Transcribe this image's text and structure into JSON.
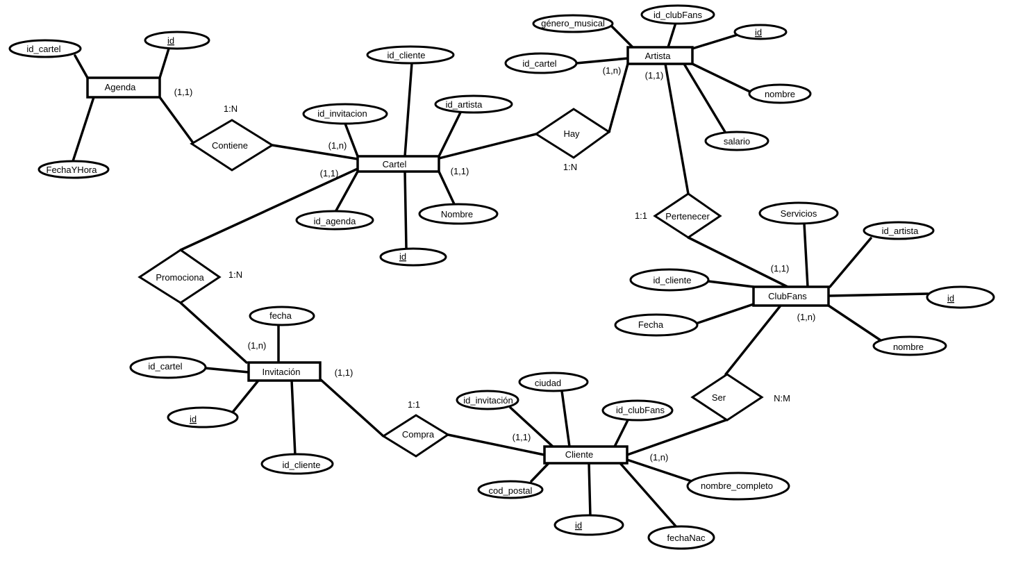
{
  "entities": {
    "agenda": "Agenda",
    "cartel": "Cartel",
    "artista": "Artista",
    "clubfans": "ClubFans",
    "invitacion": "Invitación",
    "cliente": "Cliente"
  },
  "relationships": {
    "contiene": "Contiene",
    "hay": "Hay",
    "pertenecer": "Pertenecer",
    "promociona": "Promociona",
    "compra": "Compra",
    "ser": "Ser"
  },
  "attributes": {
    "agenda_id_cartel": "id_cartel",
    "agenda_id": "id",
    "agenda_fechayhora": "FechaYHora",
    "cartel_id_cliente": "id_cliente",
    "cartel_id_invitacion": "id_invitacion",
    "cartel_id_artista": "id_artista",
    "cartel_id_agenda": "id_agenda",
    "cartel_nombre": "Nombre",
    "cartel_id": "id",
    "artista_genero": "género_musical",
    "artista_id_clubfans": "id_clubFans",
    "artista_id": "id",
    "artista_id_cartel": "id_cartel",
    "artista_nombre": "nombre",
    "artista_salario": "salario",
    "clubfans_servicios": "Servicios",
    "clubfans_id_artista": "id_artista",
    "clubfans_id_cliente": "id_cliente",
    "clubfans_id": "id",
    "clubfans_fecha": "Fecha",
    "clubfans_nombre": "nombre",
    "invitacion_fecha": "fecha",
    "invitacion_id_cartel": "id_cartel",
    "invitacion_id": "id",
    "invitacion_id_cliente": "id_cliente",
    "cliente_ciudad": "ciudad",
    "cliente_id_invitacion": "id_invitación",
    "cliente_id_clubfans": "id_clubFans",
    "cliente_cod_postal": "cod_postal",
    "cliente_id": "id",
    "cliente_nombre_completo": "nombre_completo",
    "cliente_fechanac": "fechaNac"
  },
  "cardinalities": {
    "agenda_contiene": "(1,1)",
    "contiene_ratio": "1:N",
    "cartel_contiene": "(1,n)",
    "cartel_promociona": "(1,1)",
    "cartel_hay": "(1,1)",
    "hay_ratio": "1:N",
    "artista_hay": "(1,n)",
    "artista_pertenecer": "(1,1)",
    "pertenecer_ratio": "1:1",
    "clubfans_pertenecer": "(1,1)",
    "clubfans_ser": "(1,n)",
    "ser_ratio": "N:M",
    "cliente_ser": "(1,n)",
    "cliente_compra": "(1,1)",
    "compra_ratio": "1:1",
    "invitacion_compra": "(1,1)",
    "invitacion_promociona": "(1,n)",
    "promociona_ratio": "1:N"
  }
}
